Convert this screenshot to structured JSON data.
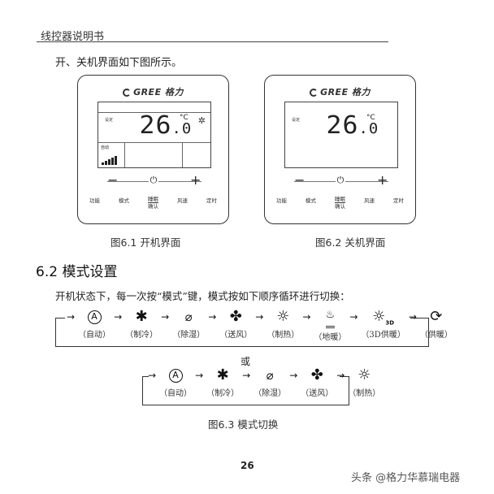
{
  "header": {
    "title": "线控器说明书"
  },
  "intro": "开、关机界面如下图所示。",
  "panels": [
    {
      "logo": "GREE 格力",
      "lcd": {
        "set_label": "设定",
        "temperature": "26",
        "temperature_decimal": ".0",
        "unit": "°C",
        "mode_icon": "snowflake",
        "mode_glyph": "✲",
        "auto_label": "自动",
        "fan_bars": 5
      },
      "controls": {
        "minus": "−",
        "plus": "+",
        "power": "⏻"
      },
      "buttons": [
        "功能",
        "模式",
        "睡眠",
        "确认",
        "风速",
        "定时"
      ],
      "caption": "图6.1 开机界面"
    },
    {
      "logo": "GREE 格力",
      "lcd": {
        "set_label": "设定",
        "temperature": "26",
        "temperature_decimal": ".0",
        "unit": "°C"
      },
      "controls": {
        "minus": "−",
        "plus": "+",
        "power": "⏻"
      },
      "buttons": [
        "功能",
        "模式",
        "睡眠",
        "确认",
        "风速",
        "定时"
      ],
      "caption": "图6.2 关机界面"
    }
  ],
  "section": {
    "title": "6.2 模式设置",
    "description": "开机状态下，每一次按“模式”键，模式按如下顺序循环进行切换：",
    "arrow": "→",
    "sequence1": [
      {
        "icon": "auto-icon",
        "glyph": "A",
        "label": "（自动）"
      },
      {
        "icon": "cool-icon",
        "glyph": "✱",
        "label": "（制冷）"
      },
      {
        "icon": "dry-icon",
        "glyph": "💧",
        "label": "（除湿）"
      },
      {
        "icon": "fan-icon",
        "glyph": "✤",
        "label": "（送风）"
      },
      {
        "icon": "heat-icon",
        "glyph": "☼",
        "label": "（制热）"
      },
      {
        "icon": "floor-heat-icon",
        "glyph": "♨",
        "label": "（地暖）"
      },
      {
        "icon": "3d-heat-icon",
        "glyph": "☼³ᴰ",
        "label": "（3D供暖）"
      },
      {
        "icon": "heating-icon",
        "glyph": "⟳",
        "label": "（供暖）"
      }
    ],
    "or": "或",
    "sequence2": [
      {
        "icon": "auto-icon",
        "glyph": "A",
        "label": "（自动）"
      },
      {
        "icon": "cool-icon",
        "glyph": "✱",
        "label": "（制冷）"
      },
      {
        "icon": "dry-icon",
        "glyph": "💧",
        "label": "（除湿）"
      },
      {
        "icon": "fan-icon",
        "glyph": "✤",
        "label": "（送风）"
      },
      {
        "icon": "heat-icon",
        "glyph": "☼",
        "label": "（制热）"
      }
    ],
    "figure_caption": "图6.3 模式切换"
  },
  "footer": {
    "page_number": "26",
    "watermark": "头条 @格力华慕瑞电器"
  }
}
